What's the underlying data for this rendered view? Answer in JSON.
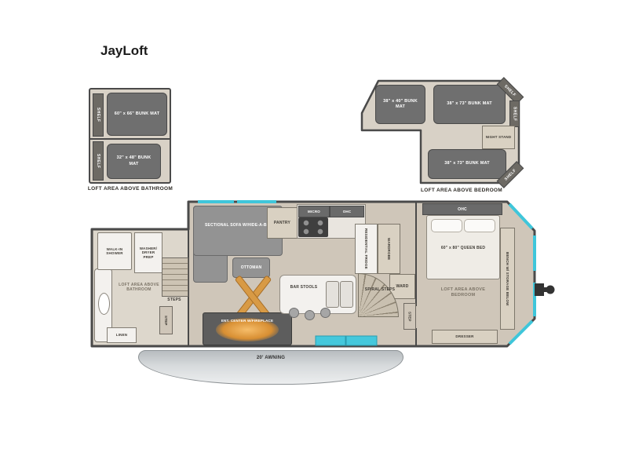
{
  "title": "JayLoft",
  "loft_bathroom": {
    "caption": "LOFT AREA ABOVE BATHROOM",
    "shelves": [
      "SHELF",
      "SHELF"
    ],
    "bunks": [
      "60\" x 66\" BUNK MAT",
      "32\" x 48\" BUNK MAT"
    ]
  },
  "loft_bedroom": {
    "caption": "LOFT AREA ABOVE BEDROOM",
    "shelves": [
      "SHELF",
      "SHELF",
      "SHELF"
    ],
    "night_stand": "NIGHT STAND",
    "bunks": [
      "38\" x 40\" BUNK MAT",
      "38\" x 73\" BUNK MAT",
      "38\" x 73\" BUNK MAT"
    ]
  },
  "floorplan": {
    "walk_in_shower": "WALK-IN SHOWER",
    "washer_dryer_prep": "WASHER/ DRYER PREP",
    "loft_area_above_bathroom": "LOFT AREA ABOVE BATHROOM",
    "linen": "LINEN",
    "steps": "STEPS",
    "step_left": "STEP",
    "sectional_sofa": "SECTIONAL SOFA W/HIDE-A-BED",
    "ottoman": "OTTOMAN",
    "ent_center": "ENT. CENTER W/FIREPLACE",
    "pantry": "PANTRY",
    "micro": "MICRO",
    "ohc_kitchen": "OHC",
    "bar_stools": "BAR STOOLS",
    "residential_fridge": "RESIDENTIAL FRIDGE",
    "wardrobe": "WARDROBE",
    "ward": "WARD",
    "spiral_steps": "SPIRAL STEPS",
    "step_right": "STEP",
    "ohc_bedroom": "OHC",
    "queen_bed": "60\" x 80\" QUEEN BED",
    "loft_area_above_bedroom": "LOFT AREA ABOVE BEDROOM",
    "dresser": "DRESSER",
    "bench": "BENCH W/ STORAGE BELOW"
  },
  "awning": {
    "label": "20' AWNING"
  },
  "colors": {
    "floor": "#cfc6b9",
    "loft_floor": "#d8d1c6",
    "wall": "#4a4a4a",
    "bunk": "#6f6f6f",
    "accent_teal": "#3fc6da"
  }
}
